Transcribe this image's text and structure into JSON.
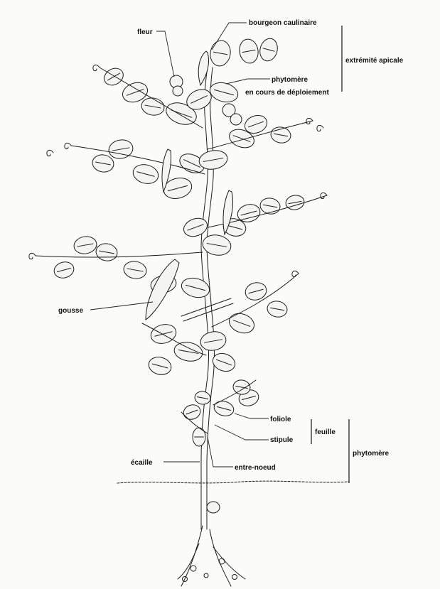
{
  "labels": {
    "bourgeon": "bourgeon caulinaire",
    "fleur": "fleur",
    "extremite": "extrémité apicale",
    "phytomere_top": "phytomère",
    "deploiement": "en cours de déploiement",
    "gousse": "gousse",
    "foliole": "foliole",
    "stipule": "stipule",
    "feuille": "feuille",
    "phytomere_bottom": "phytomère",
    "ecaille": "écaille",
    "entre_noeud": "entre-noeud"
  }
}
